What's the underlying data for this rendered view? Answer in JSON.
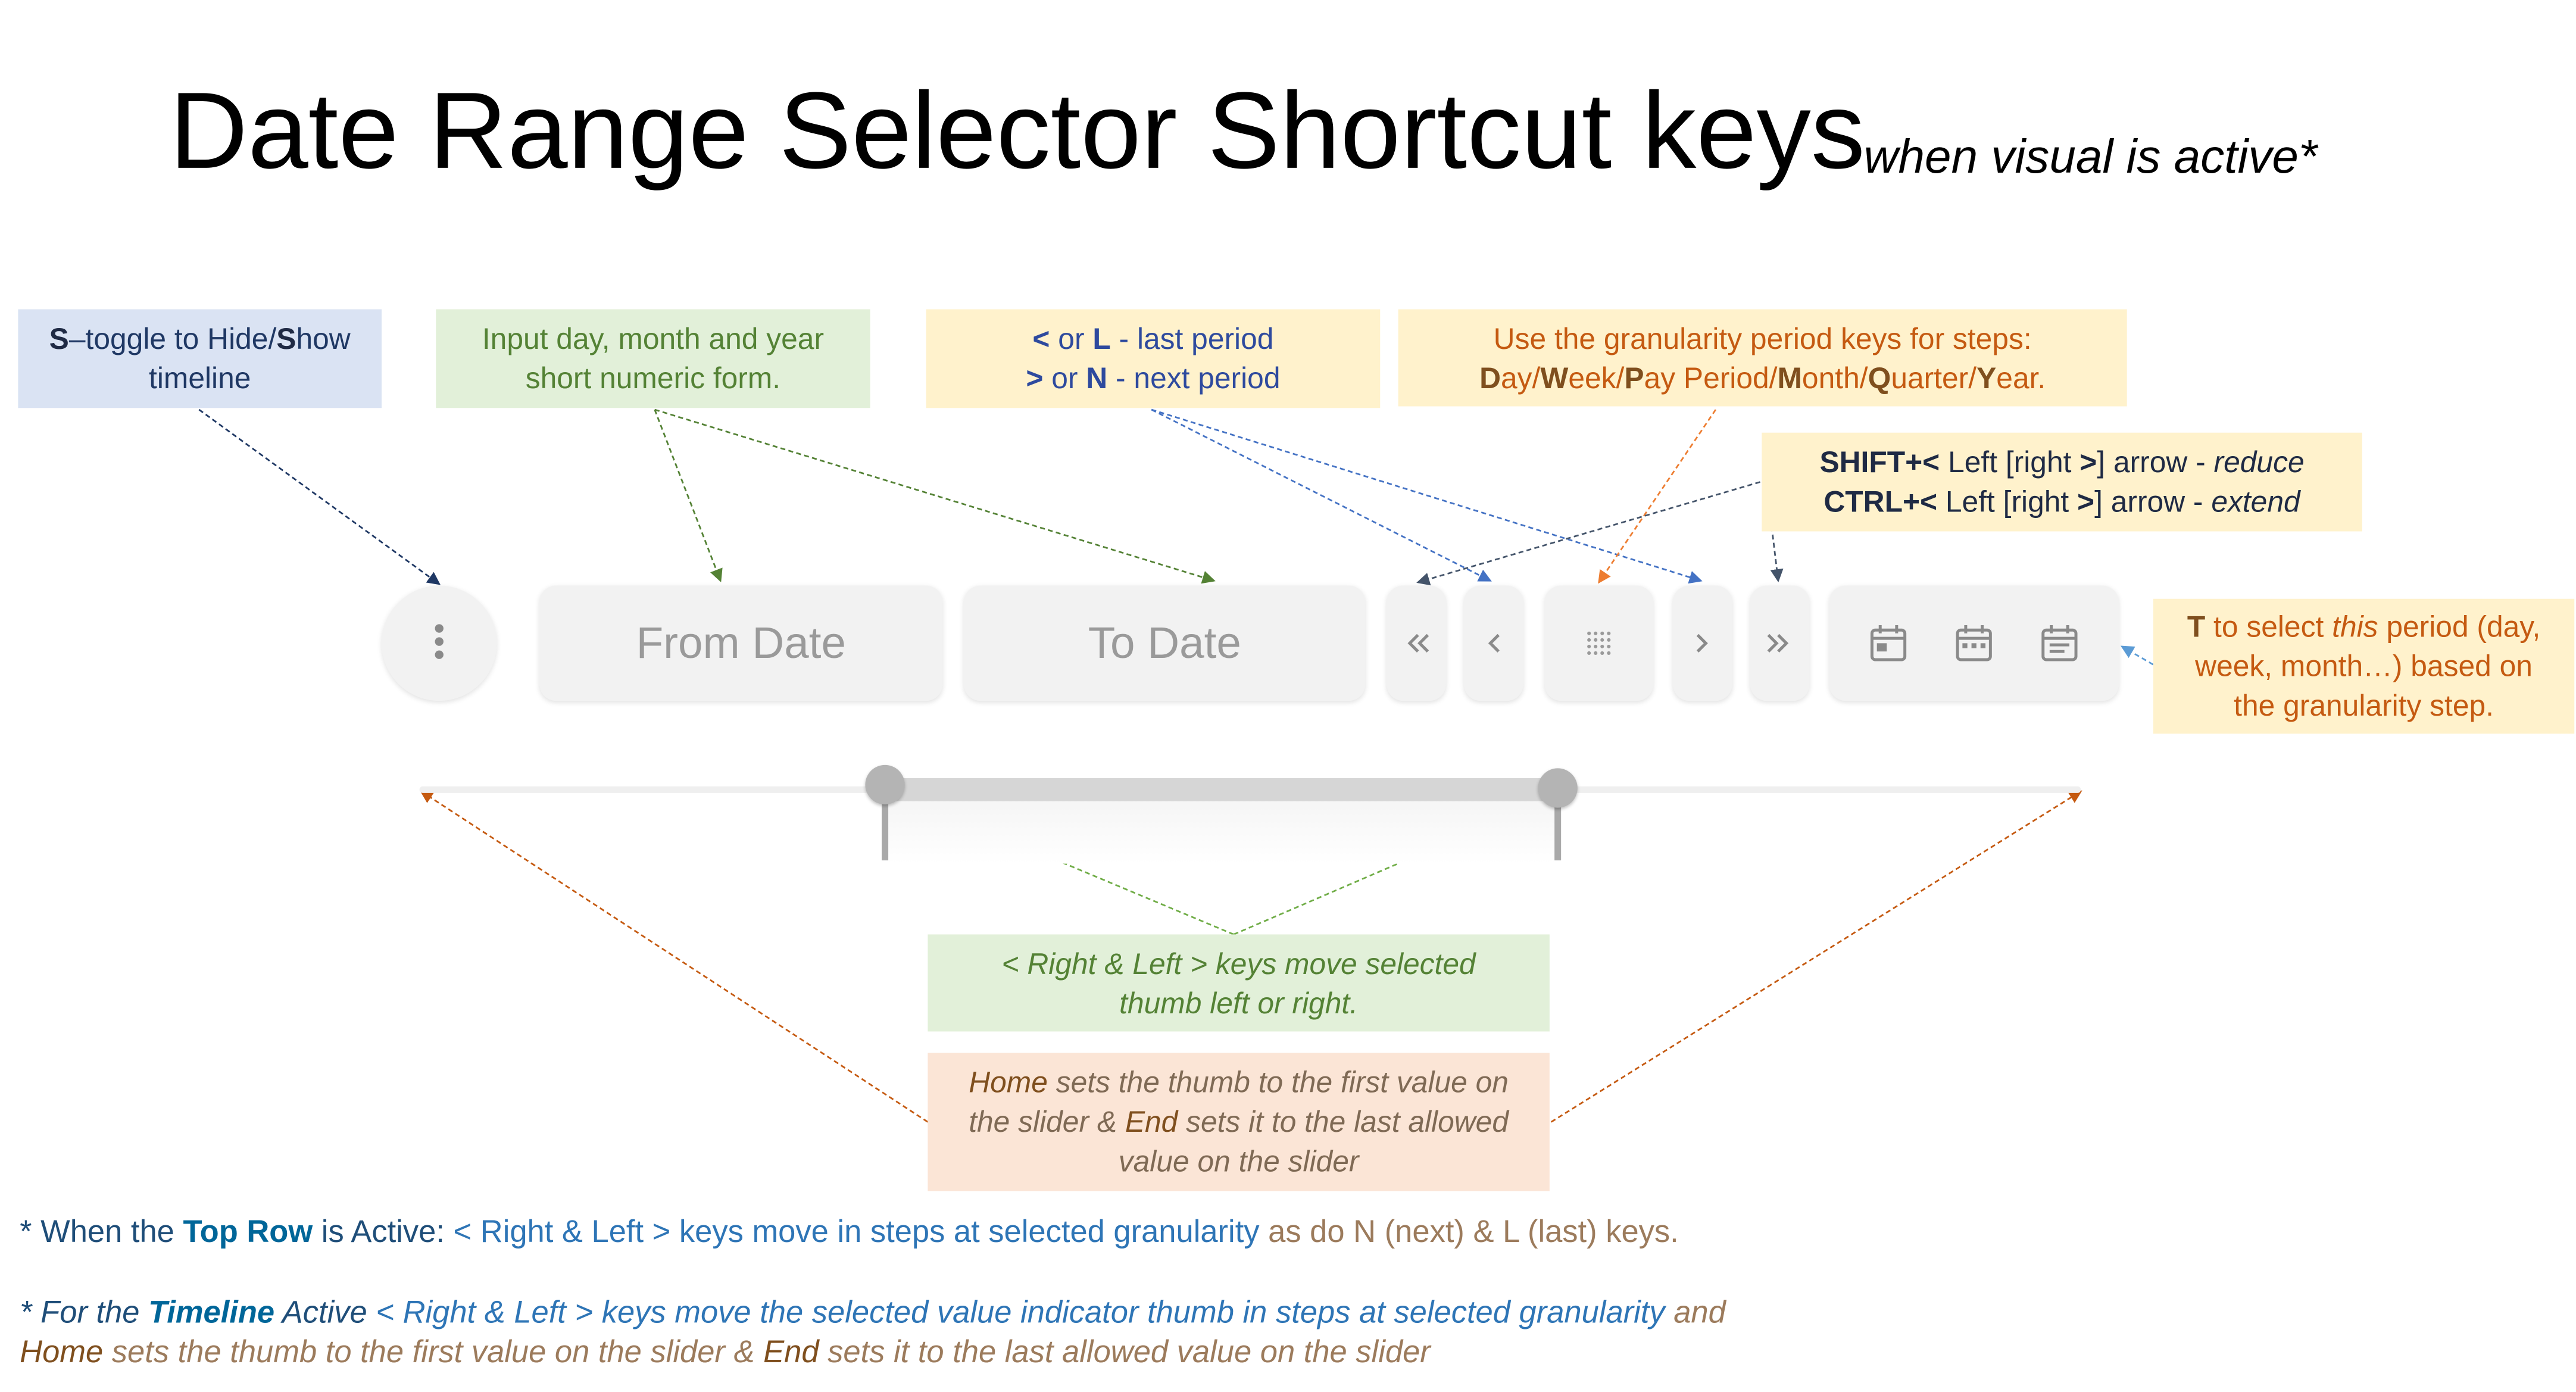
{
  "title": {
    "main": "Date Range Selector Shortcut keys",
    "sub": "when visual is active*"
  },
  "callouts": {
    "toggle": {
      "key1": "S",
      "text1": "–toggle to Hide/",
      "key2": "S",
      "text2": "how",
      "text3": "timeline"
    },
    "input": {
      "line1": "Input day, month and year",
      "line2": "short numeric form."
    },
    "period": {
      "lt": "<",
      "or1": " or ",
      "l": "L",
      "last": " - last period",
      "gt": ">",
      "or2": " or ",
      "n": "N",
      "next": " - next period"
    },
    "granularity": {
      "line1": "Use the granularity period keys for steps:",
      "d": "D",
      "ay": "ay/",
      "w": "W",
      "eek": "eek/",
      "p": "P",
      "ay_period": "ay Period/",
      "m": "M",
      "onth": "onth/",
      "q": "Q",
      "uarter": "uarter/",
      "y": "Y",
      "ear": "ear."
    },
    "shiftctrl": {
      "shift": "SHIFT+<",
      "shift_mid": " Left [right ",
      "shift_gt": ">",
      "shift_arrow": "] arrow - ",
      "reduce": "reduce",
      "ctrl": "CTRL+<",
      "ctrl_mid": " Left [right ",
      "ctrl_gt": ">",
      "ctrl_arrow": "] arrow - ",
      "extend": "extend"
    },
    "this_period": {
      "t": "T",
      "pre": " to select ",
      "this": "this",
      "post": " period (day,",
      "line2": "week, month…) based on",
      "line3": "the granularity step."
    },
    "thumb": {
      "line1": "< Right & Left > keys move selected",
      "line2": "thumb left or right."
    },
    "home_end": {
      "home": "Home",
      "text1": " sets the thumb to the first value on",
      "text2": "the slider & ",
      "end": "End",
      "text3": " sets it to the last allowed",
      "text4": "value on the slider"
    }
  },
  "controls": {
    "from_placeholder": "From Date",
    "to_placeholder": "To Date",
    "icons": [
      "more-vertical-icon",
      "double-chevron-left-icon",
      "chevron-left-icon",
      "dot-grid-icon",
      "chevron-right-icon",
      "double-chevron-right-icon",
      "calendar-icon",
      "calendar-dots-icon",
      "calendar-lines-icon"
    ]
  },
  "slider": {
    "start_fraction": 0.28,
    "end_fraction": 0.685
  },
  "footnotes": {
    "top_row": {
      "p1": "* When the ",
      "p2": "Top Row",
      "p3": " is Active: ",
      "p4": "< Right & Left > keys move in steps at selected granularity",
      "p5": " as do ",
      "p6": "N",
      "p7": " (next) & ",
      "p8": "L",
      "p9": " (last) keys."
    },
    "timeline": {
      "p1": "* For the ",
      "p2": "Timeline",
      "p3": " Active ",
      "p4": "< Right & Left > keys move the selected value indicator thumb in steps at selected granularity",
      "p5": " and",
      "p6": "Home",
      "p7": " sets the thumb to the first value on the slider & ",
      "p8": "End",
      "p9": " sets it to the last allowed value on the slider"
    }
  },
  "colors": {
    "blue_box": "#dae3f3",
    "green_box": "#e2f0d9",
    "yellow_box": "#fff2cc",
    "peach_box": "#fbe5d6",
    "control_bg": "#f2f2f2"
  }
}
